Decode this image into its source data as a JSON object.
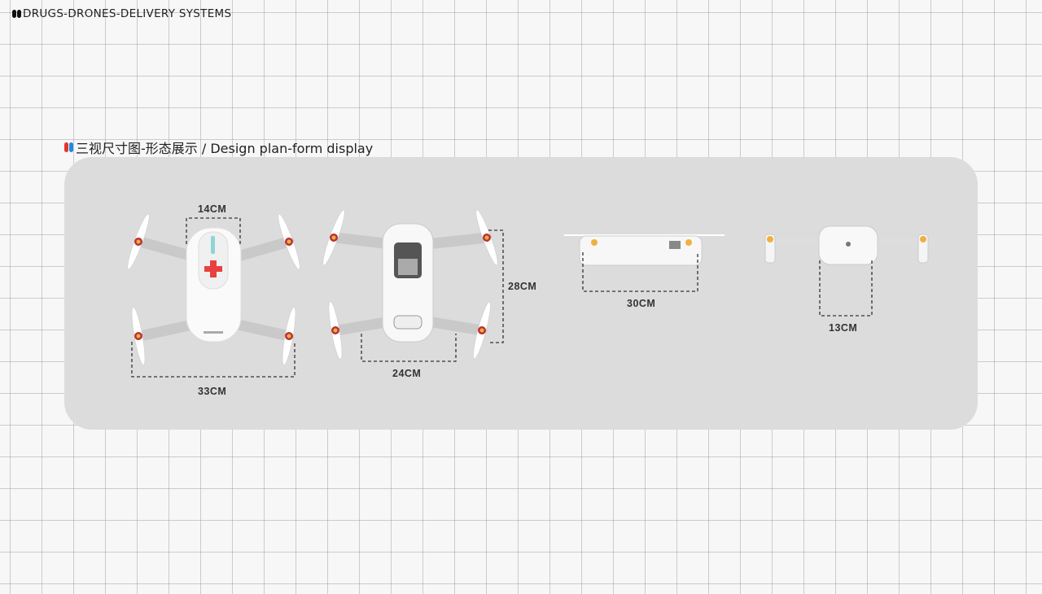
{
  "header": {
    "title": "DRUGS-DRONES-DELIVERY SYSTEMS"
  },
  "section": {
    "title": "三视尺寸图-形态展示 / Design plan-form display"
  },
  "colors": {
    "accent_red": "#e8332c",
    "accent_blue": "#1a8fe0",
    "panel": "#dcdcdc",
    "cross": "#e84040"
  },
  "dimensions": {
    "top_body_width": "14CM",
    "top_span_width": "33CM",
    "bottom_height": "28CM",
    "bottom_width": "24CM",
    "front_width": "30CM",
    "side_width": "13CM"
  }
}
